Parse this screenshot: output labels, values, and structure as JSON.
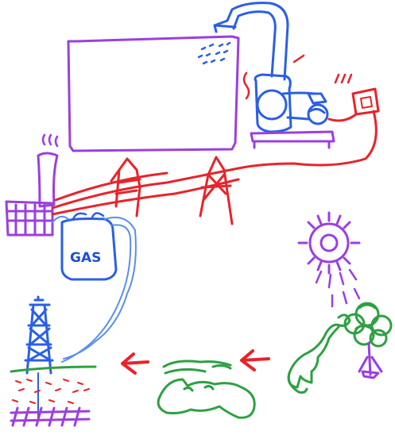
{
  "diagram": {
    "gas_tank_label": "GAS",
    "colors": {
      "purple": "#9b3fe0",
      "blue": "#2a5fe6",
      "light_blue": "#5a8df0",
      "red": "#e8232b",
      "green": "#2ea043",
      "dark_green": "#1f8a3a"
    },
    "elements": [
      "room-box",
      "air-conditioner-unit",
      "blue-hose",
      "wall-socket",
      "power-plant-chimney",
      "power-plant-building",
      "power-lines",
      "gas-tank",
      "gas-pipe",
      "oil-derrick",
      "ground-layers",
      "fossil-dinosaur",
      "living-dinosaur",
      "tree",
      "sun",
      "red-arrows"
    ]
  }
}
